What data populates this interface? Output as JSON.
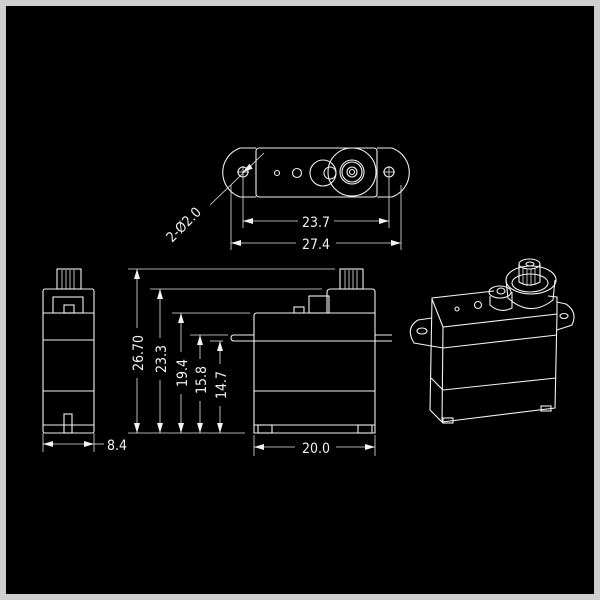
{
  "drawing": {
    "subject": "servo",
    "line_color": "#f2f2f2",
    "background_color": "#000000",
    "frame_color": "#cfcfcf",
    "top_view": {
      "hole_note": "2-Ø2.0",
      "hole_spacing": "23.7",
      "overall_length": "27.4"
    },
    "side_view": {
      "width": "8.4"
    },
    "front_view": {
      "body_length": "20.0",
      "heights": [
        "26.70",
        "23.3",
        "19.4",
        "15.8",
        "14.7"
      ]
    }
  }
}
